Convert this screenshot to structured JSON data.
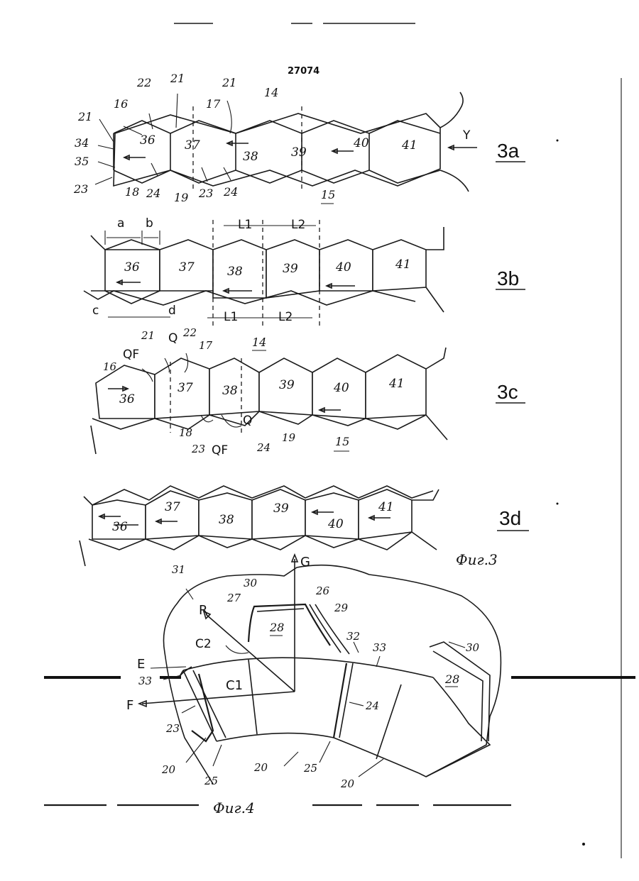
{
  "sheet_number": "27074",
  "fig3": {
    "caption": "Фиг.3",
    "a": {
      "label": "3a",
      "blocks": [
        "36",
        "37",
        "38",
        "39",
        "40",
        "41"
      ],
      "refs": [
        "22",
        "21",
        "21",
        "14",
        "16",
        "17",
        "21",
        "34",
        "35",
        "23",
        "18",
        "24",
        "19",
        "23",
        "24",
        "15",
        "Y"
      ]
    },
    "b": {
      "label": "3b",
      "blocks": [
        "36",
        "37",
        "38",
        "39",
        "40",
        "41"
      ],
      "dims": [
        "a",
        "b",
        "L1",
        "L2",
        "c",
        "d",
        "L1",
        "L2"
      ]
    },
    "c": {
      "label": "3c",
      "blocks": [
        "36",
        "37",
        "38",
        "39",
        "40",
        "41"
      ],
      "refs": [
        "21",
        "Q",
        "22",
        "14",
        "16",
        "QF",
        "17",
        "Q",
        "18",
        "23",
        "QF",
        "24",
        "19",
        "15"
      ]
    },
    "d": {
      "label": "3d",
      "blocks": [
        "36",
        "37",
        "38",
        "39",
        "40",
        "41"
      ]
    }
  },
  "fig4": {
    "caption": "Фиг.4",
    "refs": {
      "G": "G",
      "r31": "31",
      "r30a": "30",
      "r27": "27",
      "r26": "26",
      "r29": "29",
      "R": "R",
      "r28a": "28",
      "C2": "C2",
      "r32": "32",
      "r33a": "33",
      "r30b": "30",
      "E": "E",
      "C1": "C1",
      "r28b": "28",
      "r33b": "33",
      "F": "F",
      "r24": "24",
      "r23": "23",
      "r20a": "20",
      "r20b": "20",
      "r20c": "20",
      "r25a": "25",
      "r25b": "25"
    }
  }
}
